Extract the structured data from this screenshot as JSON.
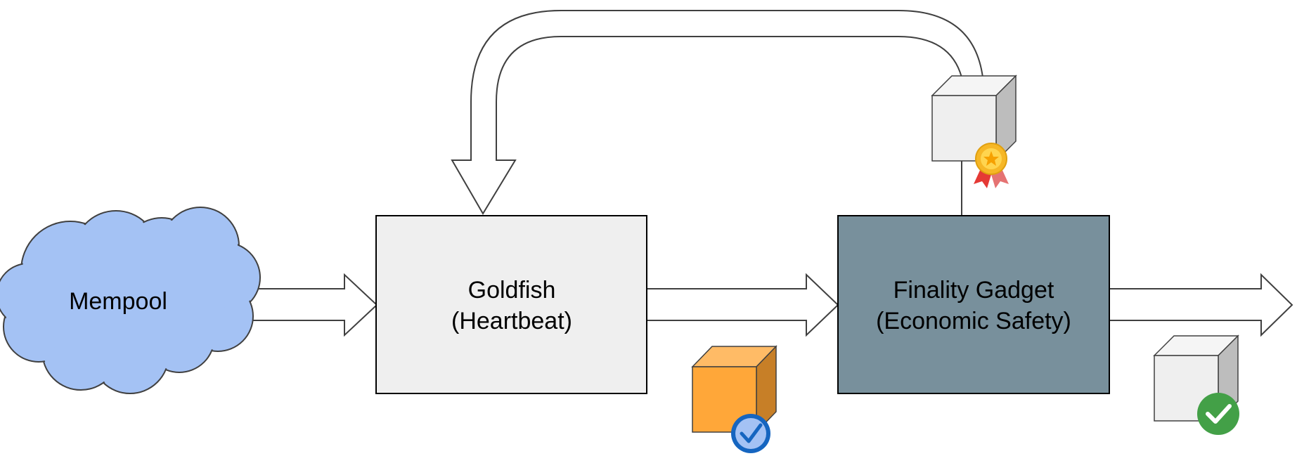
{
  "nodes": {
    "mempool": {
      "label": "Mempool"
    },
    "goldfish": {
      "line1": "Goldfish",
      "line2": "(Heartbeat)"
    },
    "finality": {
      "line1": "Finality Gadget",
      "line2": "(Economic Safety)"
    }
  },
  "colors": {
    "cloud_fill": "#a4c2f4",
    "goldfish_fill": "#efefef",
    "finality_fill": "#78909c",
    "stroke": "#404040",
    "block_orange": "#ffa739",
    "block_white": "#efefef",
    "check_blue": "#1565c0",
    "check_green": "#43a047",
    "medal_gold": "#f6b726",
    "ribbon_red": "#e53935"
  },
  "icons": [
    "cloud-shape",
    "orange-block-icon",
    "blue-check-icon",
    "white-block-icon",
    "green-check-icon",
    "medal-icon"
  ]
}
